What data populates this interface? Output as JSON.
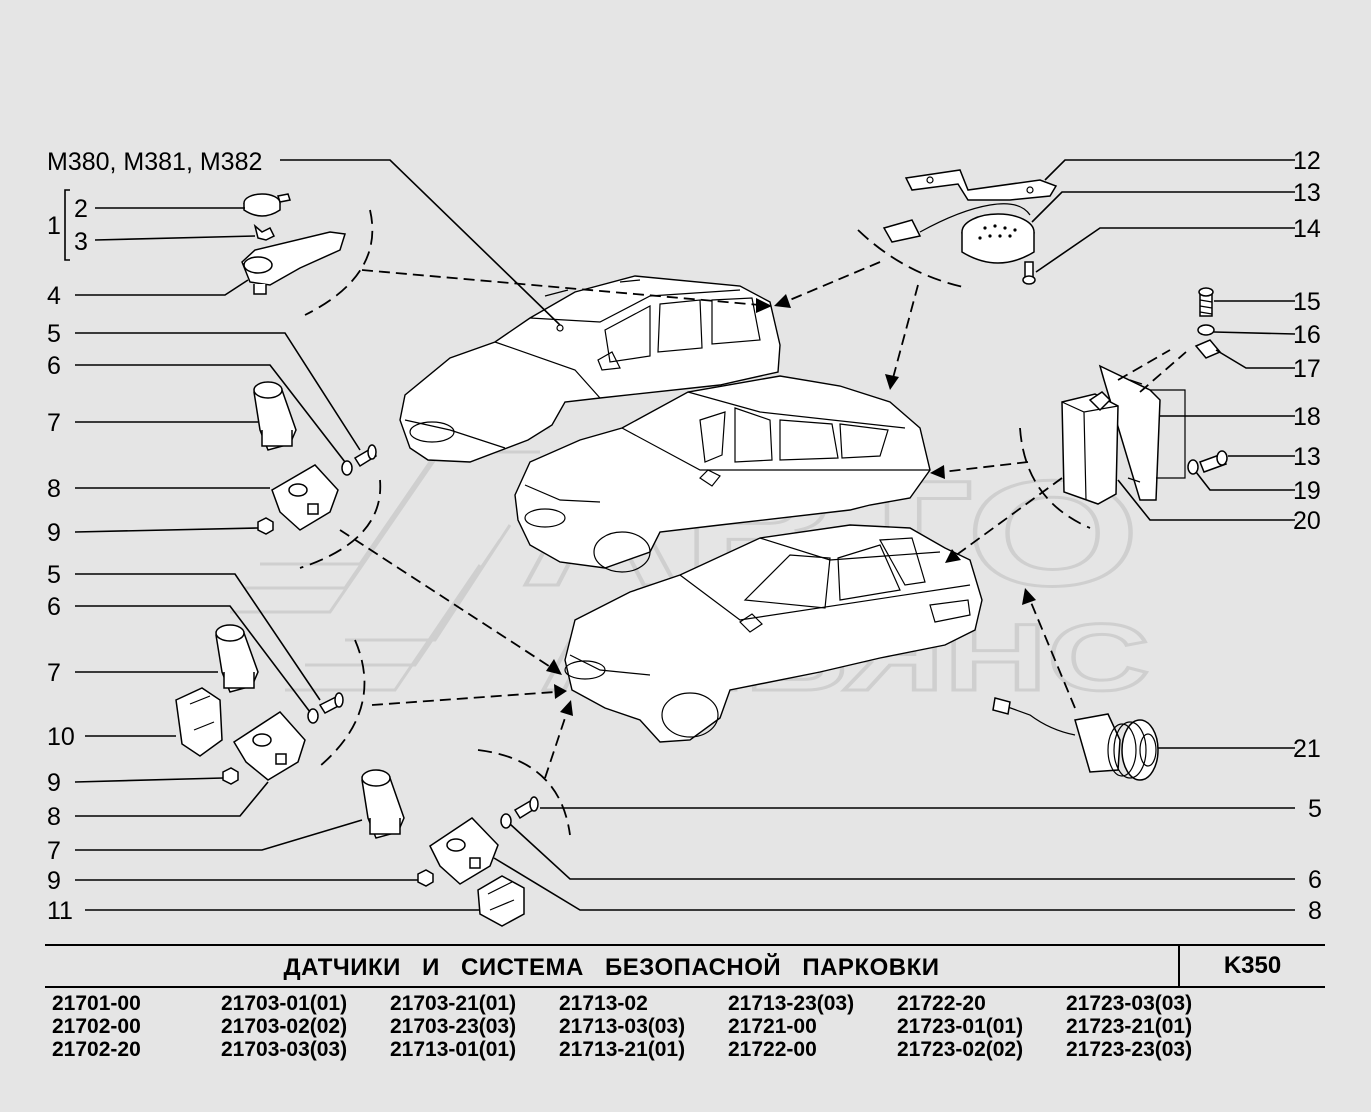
{
  "diagram": {
    "callouts": {
      "m_label": "M380, M381, M382",
      "group_1": "1",
      "c2": "2",
      "c3": "3",
      "c4": "4",
      "c5a": "5",
      "c6a": "6",
      "c7a": "7",
      "c8a": "8",
      "c9a": "9",
      "c5b": "5",
      "c6b": "6",
      "c7b": "7",
      "c10": "10",
      "c9b": "9",
      "c8b": "8",
      "c7c": "7",
      "c9c": "9",
      "c11": "11",
      "c12": "12",
      "c13a": "13",
      "c14": "14",
      "c15": "15",
      "c16": "16",
      "c17": "17",
      "c18": "18",
      "c13b": "13",
      "c19": "19",
      "c20": "20",
      "c21": "21",
      "c5c": "5",
      "c6c": "6",
      "c8c": "8"
    },
    "watermark": {
      "line1": "АВТО",
      "line2": "АЛЬЯНС"
    }
  },
  "title_block": {
    "title": "ДАТЧИКИ И СИСТЕМА БЕЗОПАСНОЙ ПАРКОВКИ",
    "code": "K350"
  },
  "models": [
    "21701-00",
    "21703-01(01)",
    "21703-21(01)",
    "21713-02",
    "21713-23(03)",
    "21722-20",
    "21723-03(03)",
    "21702-00",
    "21703-02(02)",
    "21703-23(03)",
    "21713-03(03)",
    "21721-00",
    "21723-01(01)",
    "21723-21(01)",
    "21702-20",
    "21703-03(03)",
    "21713-01(01)",
    "21713-21(01)",
    "21722-00",
    "21723-02(02)",
    "21723-23(03)"
  ]
}
